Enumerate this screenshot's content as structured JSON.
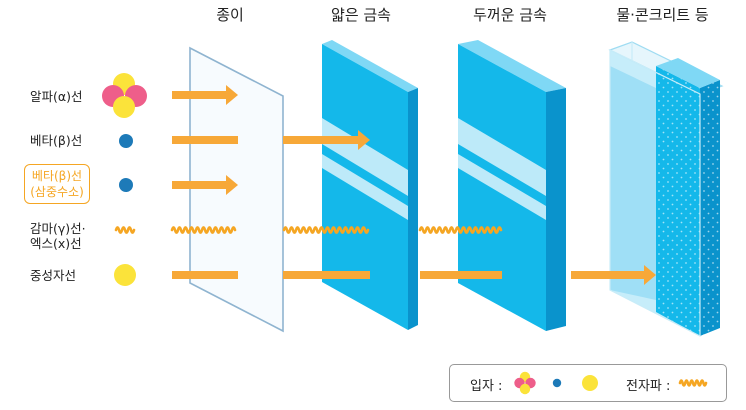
{
  "headers": {
    "paper": "종이",
    "thin_metal": "얇은 금속",
    "thick_metal": "두꺼운 금속",
    "water_concrete": "물·콘크리트 등"
  },
  "rows": {
    "alpha": "알파(α)선",
    "beta": "베타(β)선",
    "tritium_line1": "베타(β)선",
    "tritium_line2": "(삼중수소)",
    "gamma_line1": "감마(γ)선·",
    "gamma_line2": "엑스(x)선",
    "neutron": "중성자선"
  },
  "legend": {
    "particle_label": "입자 :",
    "wave_label": "전자파 :"
  },
  "colors": {
    "arrow": "#f7a838",
    "wave": "#f5a623",
    "alpha_pink": "#ee5e8a",
    "alpha_yellow": "#fbe33a",
    "beta_blue": "#1d7ab8",
    "metal_face": "#14b8ea",
    "metal_side": "#0a93cc",
    "water": "#a8e3f7",
    "paper_edge": "#8fb4d0"
  }
}
